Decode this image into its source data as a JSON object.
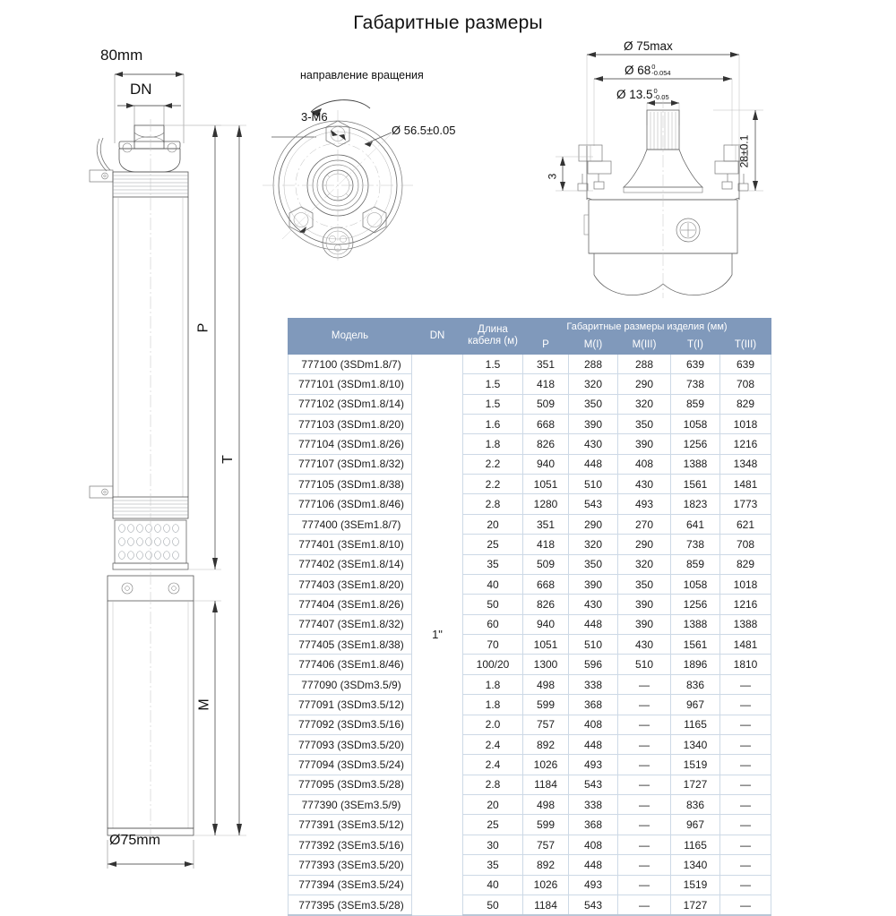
{
  "title": "Габаритные размеры",
  "left_drawing": {
    "name": "submersible-pump-side-view",
    "dim_top_width": "80mm",
    "dim_dn": "DN",
    "dim_p": "P",
    "dim_t": "T",
    "dim_m": "M",
    "dim_bottom_diameter": "Ø75mm"
  },
  "center_drawing": {
    "name": "motor-end-face-view",
    "rotation_label": "направление вращения",
    "thread_label": "3-M6",
    "bolt_circle": "Ø 56.5±0.05"
  },
  "right_drawing": {
    "name": "motor-shaft-detail-view",
    "dim_outer": "Ø 75max",
    "dim_flange": "Ø 68",
    "dim_flange_tol_upper": "0",
    "dim_flange_tol_lower": "-0.054",
    "dim_shaft": "Ø 13.5",
    "dim_shaft_tol_upper": "0",
    "dim_shaft_tol_lower": "-0.05",
    "dim_height": "28±0.1",
    "dim_step": "3"
  },
  "table": {
    "headers": {
      "model": "Модель",
      "dn": "DN",
      "cable_length": "Длина\nкабеля (м)",
      "cable_length_l1": "Длина",
      "cable_length_l2": "кабеля (м)",
      "group": "Габаритные размеры изделия (мм)",
      "p": "P",
      "m1": "M(I)",
      "m3": "M(III)",
      "t1": "T(I)",
      "t3": "T(III)"
    },
    "dn_value": "1\"",
    "rows": [
      {
        "model": "777100 (3SDm1.8/7)",
        "cable": "1.5",
        "p": "351",
        "m1": "288",
        "m3": "288",
        "t1": "639",
        "t3": "639"
      },
      {
        "model": "777101 (3SDm1.8/10)",
        "cable": "1.5",
        "p": "418",
        "m1": "320",
        "m3": "290",
        "t1": "738",
        "t3": "708"
      },
      {
        "model": "777102 (3SDm1.8/14)",
        "cable": "1.5",
        "p": "509",
        "m1": "350",
        "m3": "320",
        "t1": "859",
        "t3": "829"
      },
      {
        "model": "777103 (3SDm1.8/20)",
        "cable": "1.6",
        "p": "668",
        "m1": "390",
        "m3": "350",
        "t1": "1058",
        "t3": "1018"
      },
      {
        "model": "777104 (3SDm1.8/26)",
        "cable": "1.8",
        "p": "826",
        "m1": "430",
        "m3": "390",
        "t1": "1256",
        "t3": "1216"
      },
      {
        "model": "777107 (3SDm1.8/32)",
        "cable": "2.2",
        "p": "940",
        "m1": "448",
        "m3": "408",
        "t1": "1388",
        "t3": "1348"
      },
      {
        "model": "777105 (3SDm1.8/38)",
        "cable": "2.2",
        "p": "1051",
        "m1": "510",
        "m3": "430",
        "t1": "1561",
        "t3": "1481"
      },
      {
        "model": "777106 (3SDm1.8/46)",
        "cable": "2.8",
        "p": "1280",
        "m1": "543",
        "m3": "493",
        "t1": "1823",
        "t3": "1773"
      },
      {
        "model": "777400 (3SEm1.8/7)",
        "cable": "20",
        "p": "351",
        "m1": "290",
        "m3": "270",
        "t1": "641",
        "t3": "621"
      },
      {
        "model": "777401 (3SEm1.8/10)",
        "cable": "25",
        "p": "418",
        "m1": "320",
        "m3": "290",
        "t1": "738",
        "t3": "708"
      },
      {
        "model": "777402 (3SEm1.8/14)",
        "cable": "35",
        "p": "509",
        "m1": "350",
        "m3": "320",
        "t1": "859",
        "t3": "829"
      },
      {
        "model": "777403 (3SEm1.8/20)",
        "cable": "40",
        "p": "668",
        "m1": "390",
        "m3": "350",
        "t1": "1058",
        "t3": "1018"
      },
      {
        "model": "777404 (3SEm1.8/26)",
        "cable": "50",
        "p": "826",
        "m1": "430",
        "m3": "390",
        "t1": "1256",
        "t3": "1216"
      },
      {
        "model": "777407 (3SEm1.8/32)",
        "cable": "60",
        "p": "940",
        "m1": "448",
        "m3": "390",
        "t1": "1388",
        "t3": "1388"
      },
      {
        "model": "777405 (3SEm1.8/38)",
        "cable": "70",
        "p": "1051",
        "m1": "510",
        "m3": "430",
        "t1": "1561",
        "t3": "1481"
      },
      {
        "model": "777406 (3SEm1.8/46)",
        "cable": "100/20",
        "p": "1300",
        "m1": "596",
        "m3": "510",
        "t1": "1896",
        "t3": "1810"
      },
      {
        "model": "777090 (3SDm3.5/9)",
        "cable": "1.8",
        "p": "498",
        "m1": "338",
        "m3": "—",
        "t1": "836",
        "t3": "—"
      },
      {
        "model": "777091 (3SDm3.5/12)",
        "cable": "1.8",
        "p": "599",
        "m1": "368",
        "m3": "—",
        "t1": "967",
        "t3": "—"
      },
      {
        "model": "777092 (3SDm3.5/16)",
        "cable": "2.0",
        "p": "757",
        "m1": "408",
        "m3": "—",
        "t1": "1165",
        "t3": "—"
      },
      {
        "model": "777093 (3SDm3.5/20)",
        "cable": "2.4",
        "p": "892",
        "m1": "448",
        "m3": "—",
        "t1": "1340",
        "t3": "—"
      },
      {
        "model": "777094 (3SDm3.5/24)",
        "cable": "2.4",
        "p": "1026",
        "m1": "493",
        "m3": "—",
        "t1": "1519",
        "t3": "—"
      },
      {
        "model": "777095 (3SDm3.5/28)",
        "cable": "2.8",
        "p": "1184",
        "m1": "543",
        "m3": "—",
        "t1": "1727",
        "t3": "—"
      },
      {
        "model": "777390 (3SEm3.5/9)",
        "cable": "20",
        "p": "498",
        "m1": "338",
        "m3": "—",
        "t1": "836",
        "t3": "—"
      },
      {
        "model": "777391 (3SEm3.5/12)",
        "cable": "25",
        "p": "599",
        "m1": "368",
        "m3": "—",
        "t1": "967",
        "t3": "—"
      },
      {
        "model": "777392 (3SEm3.5/16)",
        "cable": "30",
        "p": "757",
        "m1": "408",
        "m3": "—",
        "t1": "1165",
        "t3": "—"
      },
      {
        "model": "777393 (3SEm3.5/20)",
        "cable": "35",
        "p": "892",
        "m1": "448",
        "m3": "—",
        "t1": "1340",
        "t3": "—"
      },
      {
        "model": "777394 (3SEm3.5/24)",
        "cable": "40",
        "p": "1026",
        "m1": "493",
        "m3": "—",
        "t1": "1519",
        "t3": "—"
      },
      {
        "model": "777395 (3SEm3.5/28)",
        "cable": "50",
        "p": "1184",
        "m1": "543",
        "m3": "—",
        "t1": "1727",
        "t3": "—"
      }
    ]
  },
  "colors": {
    "header_blue": "#8099bb",
    "grid_line": "#cdd9e6",
    "drawing_line": "#4a4a4a",
    "text": "#1a1a1a"
  }
}
